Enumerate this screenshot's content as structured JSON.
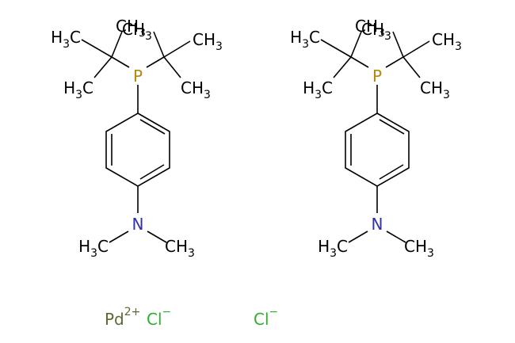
{
  "colors": {
    "carbon": "#000000",
    "phosphorus": "#b8860b",
    "nitrogen": "#3030a8",
    "palladium": "#5a6a32",
    "chlorine": "#2db02d"
  },
  "ligands": [
    {
      "phosphorus": "P",
      "nitrogen": "N",
      "methyl_labels": [
        "H3C",
        "CH3",
        "CH3",
        "H3C",
        "CH3",
        "H3C",
        "CH3"
      ]
    },
    {
      "phosphorus": "P",
      "nitrogen": "N",
      "methyl_labels": [
        "H3C",
        "CH3",
        "CH3",
        "H3C",
        "CH3",
        "H3C",
        "CH3"
      ]
    }
  ],
  "ions": {
    "palladium": "Pd",
    "palladium_charge": "2+",
    "chloride_1": "Cl",
    "chloride_1_charge": "−",
    "chloride_2": "Cl",
    "chloride_2_charge": "−"
  }
}
